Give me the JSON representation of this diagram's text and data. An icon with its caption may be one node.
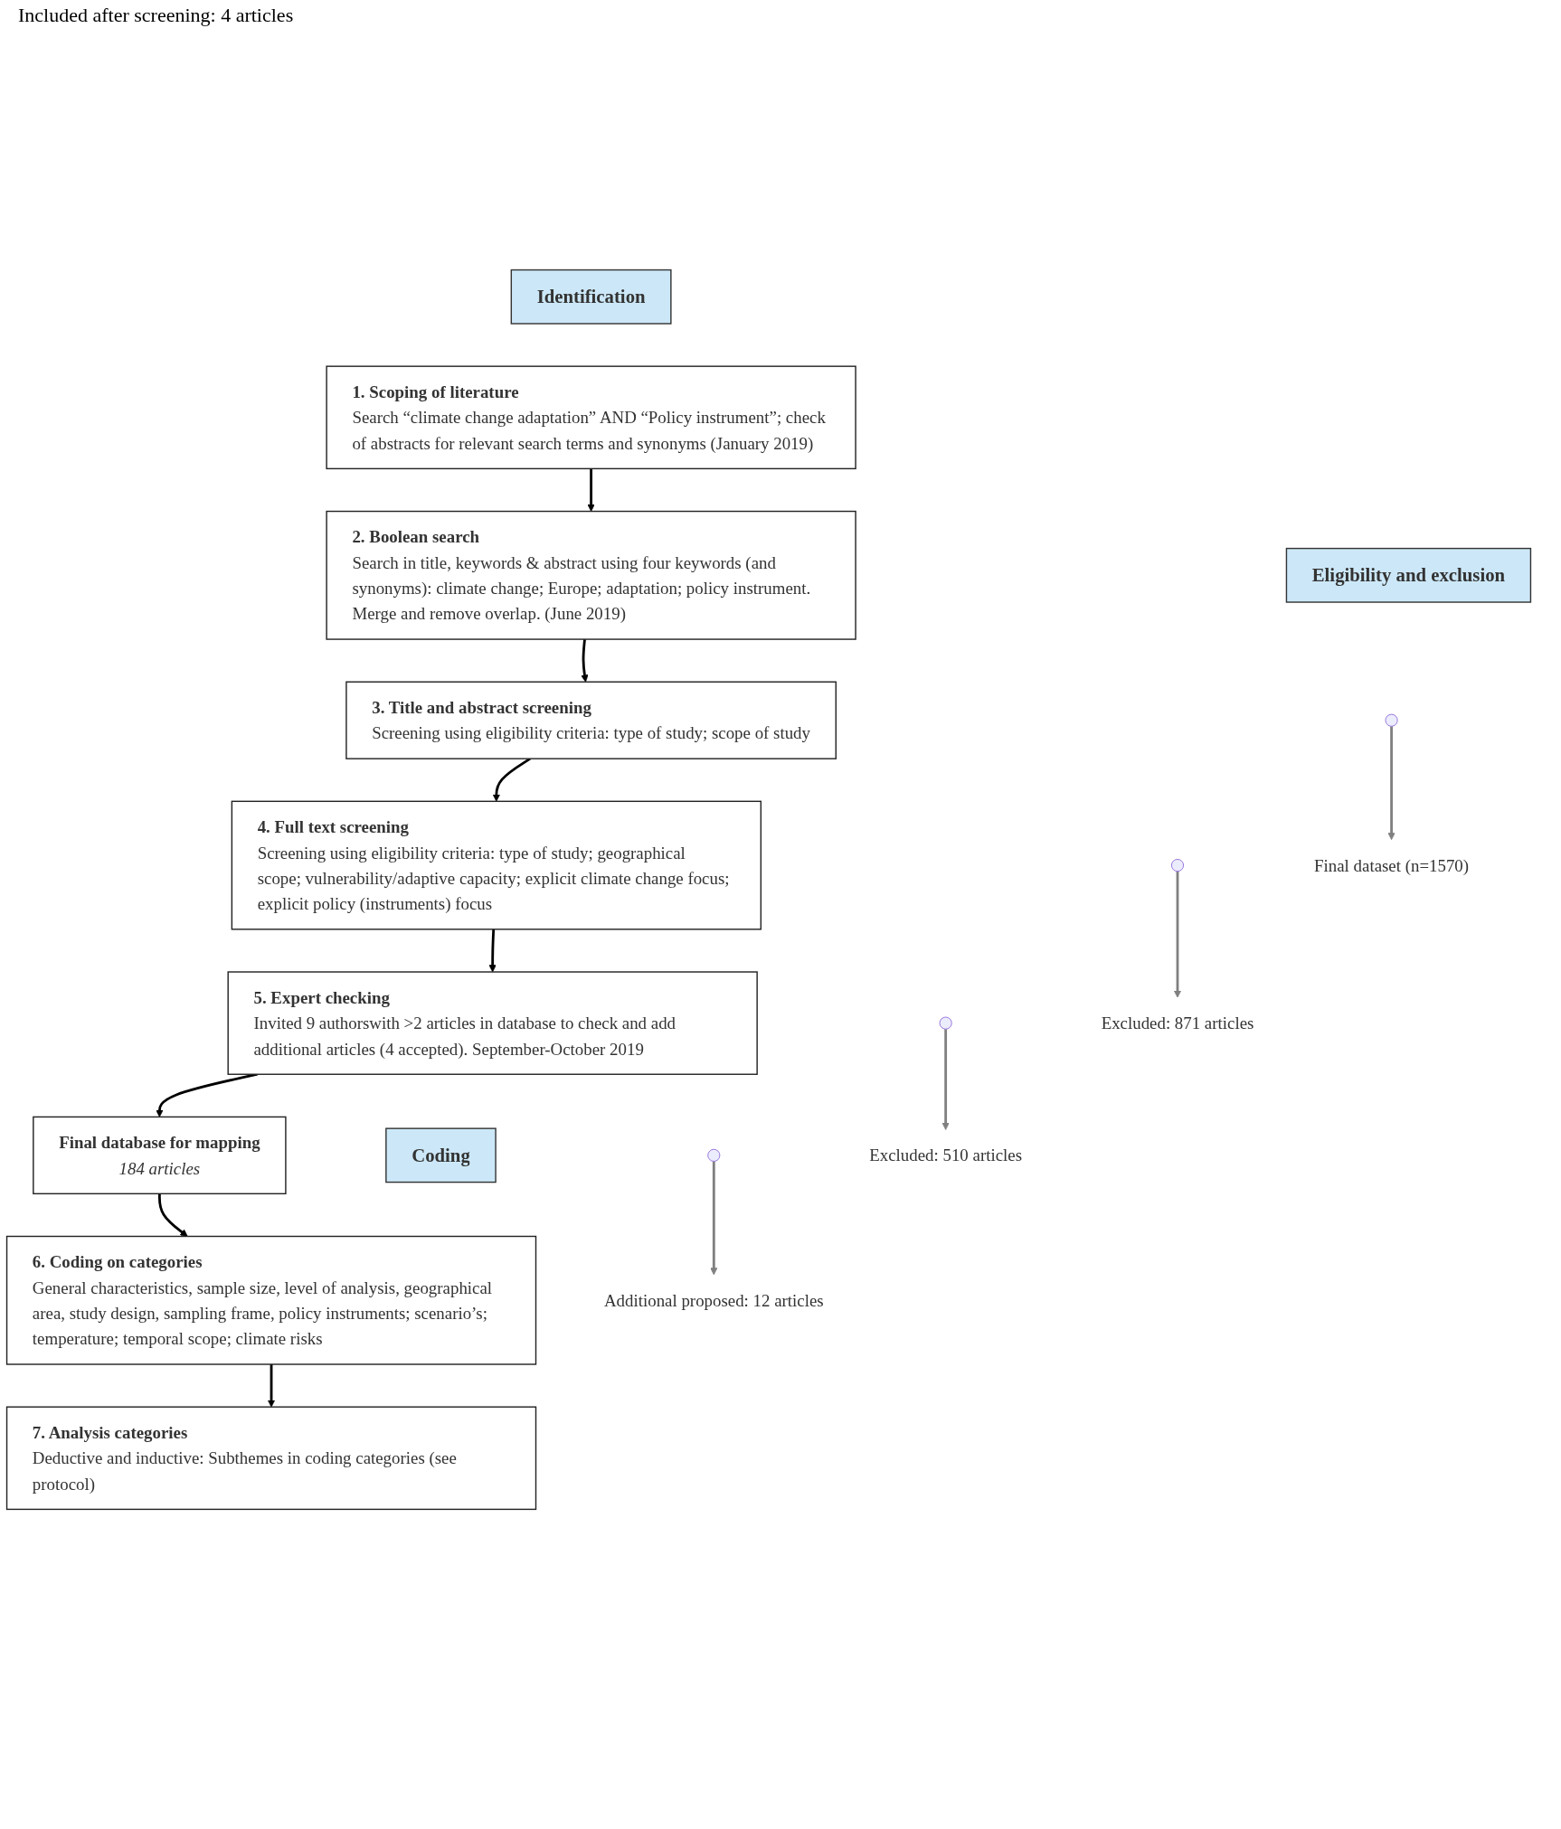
{
  "diagram": {
    "nodes": [
      {
        "text": [
          "Identification"
        ]
      },
      {
        "text": [
          "1. Scoping of literature",
          "Search “climate change adaptation” AND “Policy instrument”; check of abstracts for relevant search terms and synonyms (January 2019)"
        ]
      },
      {
        "text": [
          "2. Boolean search",
          "Search in title, keywords & abstract using four keywords (and synonyms): climate change; Europe; adaptation; policy instrument. Merge and remove overlap. (June 2019)"
        ]
      },
      {
        "text": [
          "Eligibility and exclusion"
        ]
      },
      {
        "text": [
          "3. Title and abstract screening",
          "Screening using eligibility criteria: type of study; scope of study"
        ]
      },
      {
        "text": [
          "4. Full text screening",
          "Screening using eligibility criteria: type of study; geographical scope; vulnerability/adaptive capacity; explicit climate change focus; explicit policy (instruments) focus"
        ]
      },
      {
        "text": [
          "5. Expert checking",
          "Invited 9 authorswith >2 articles in database to check and add additional articles (4 accepted). September-October 2019"
        ]
      },
      {
        "text": [
          "Final database for mapping",
          "184 articles"
        ]
      },
      {
        "text": [
          "Coding"
        ]
      },
      {
        "text": [
          "6. Coding on categories",
          "General characteristics, sample size, level of analysis, geographical area, study design, sampling frame, policy instruments; scenario’s; temperature; temporal scope; climate risks"
        ]
      },
      {
        "text": [
          "7. Analysis categories",
          "Deductive and inductive: Subthemes in coding categories (see protocol)"
        ]
      },
      {
        "text": [
          "Final dataset (n=1570)"
        ]
      },
      {
        "text": [
          "Excluded: 871 articles"
        ]
      },
      {
        "text": [
          "Excluded: 510 articles"
        ]
      },
      {
        "text": [
          "Additional proposed: 12 articles"
        ]
      }
    ],
    "edges": [
      {
        "from": 1,
        "to": 2,
        "arrow": "to"
      },
      {
        "from": 2,
        "to": 4,
        "arrow": "to"
      },
      {
        "from": 4,
        "to": 5,
        "arrow": "to"
      },
      {
        "from": 5,
        "to": 6,
        "arrow": "to"
      },
      {
        "from": 6,
        "to": 7,
        "arrow": "to"
      },
      {
        "from": 7,
        "to": 9,
        "arrow": "to"
      },
      {
        "from": 9,
        "to": 10,
        "arrow": "to"
      },
      {
        "from": null,
        "to": 11,
        "arrow": "to",
        "color": "#808080"
      },
      {
        "from": null,
        "to": 12,
        "arrow": "to",
        "color": "#808080"
      },
      {
        "from": null,
        "to": 13,
        "arrow": "to",
        "color": "#808080"
      },
      {
        "from": null,
        "to": 14,
        "arrow": "to",
        "color": "#808080"
      }
    ],
    "labels": [
      "Included after screening: 4 articles"
    ]
  }
}
